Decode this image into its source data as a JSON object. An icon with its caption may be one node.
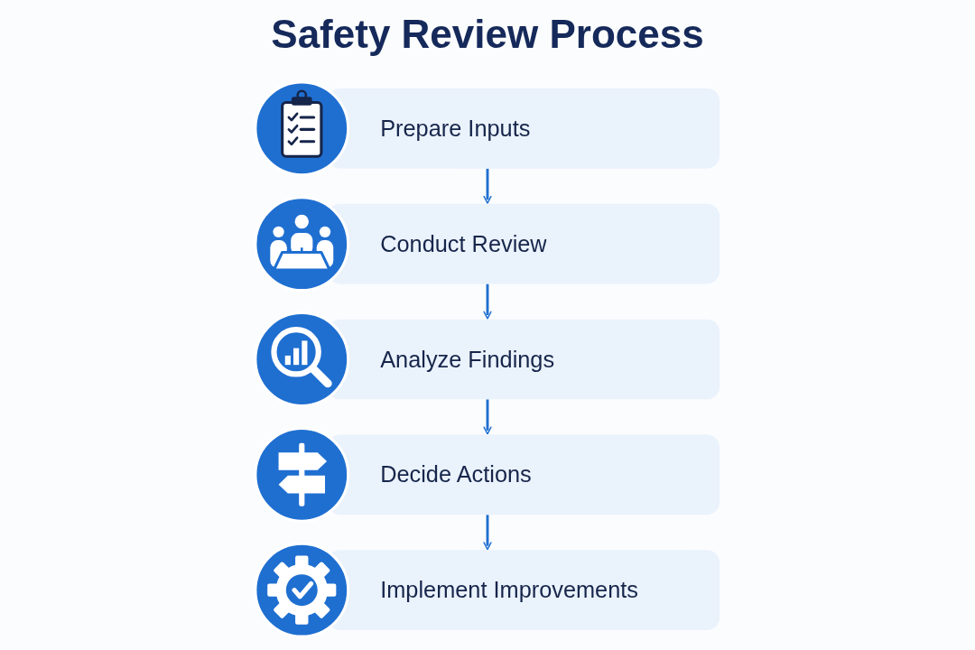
{
  "diagram": {
    "title": "Safety Review Process",
    "nodes": [
      {
        "text": [
          "Prepare Inputs"
        ]
      },
      {
        "text": [
          "Conduct Review"
        ]
      },
      {
        "text": [
          "Analyze Findings"
        ]
      },
      {
        "text": [
          "Decide Actions"
        ]
      },
      {
        "text": [
          "Implement Improvements"
        ]
      }
    ],
    "edges": [
      {
        "from": 0,
        "to": 1,
        "arrow": "to"
      },
      {
        "from": 1,
        "to": 2,
        "arrow": "to"
      },
      {
        "from": 2,
        "to": 3,
        "arrow": "to"
      },
      {
        "from": 3,
        "to": 4,
        "arrow": "to"
      }
    ]
  }
}
